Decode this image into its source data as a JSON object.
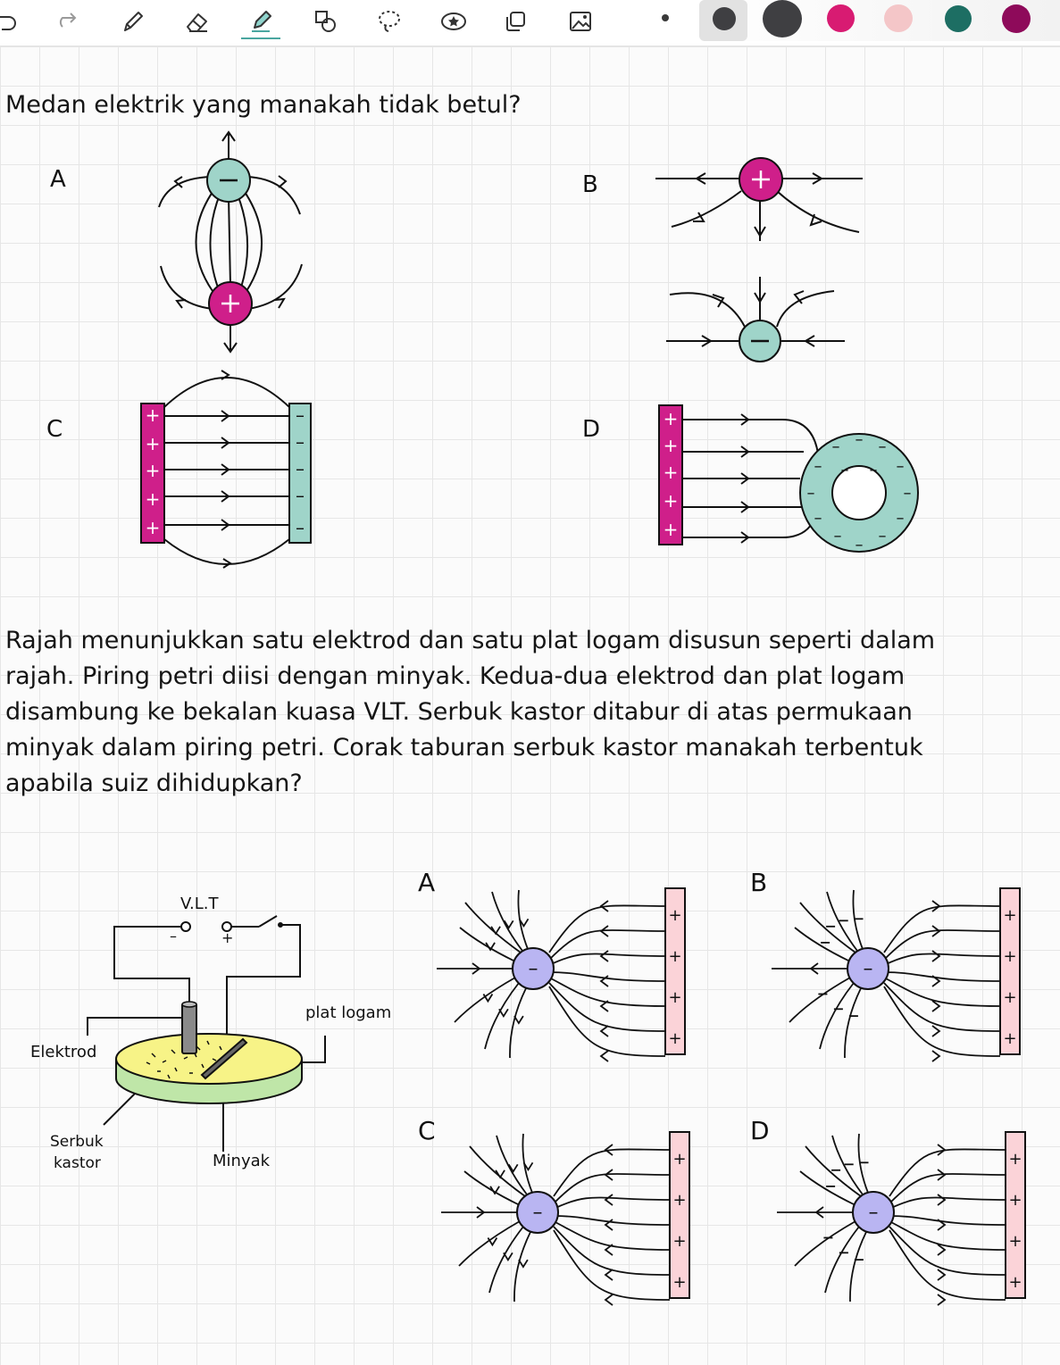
{
  "toolbar": {
    "tools": [
      {
        "icon": "undo-icon"
      },
      {
        "icon": "redo-icon"
      },
      {
        "icon": "pen-icon"
      },
      {
        "icon": "eraser-icon"
      },
      {
        "icon": "highlighter-icon"
      },
      {
        "icon": "shapes-icon"
      },
      {
        "icon": "lasso-icon"
      },
      {
        "icon": "sticker-icon"
      },
      {
        "icon": "copy-icon"
      },
      {
        "icon": "image-icon"
      }
    ],
    "colors": [
      "#3a3a3a",
      "#3f3f42",
      "#d81b72",
      "#f4c6c8",
      "#1d6e63",
      "#8e0a5a"
    ]
  },
  "question1": {
    "text": "Medan elektrik yang manakah tidak betul?",
    "options": [
      "A",
      "B",
      "C",
      "D"
    ]
  },
  "question2": {
    "text": "Rajah menunjukkan satu elektrod dan satu plat logam disusun seperti dalam rajah. Piring petri diisi dengan minyak. Kedua-dua elektrod dan plat logam disambung ke bekalan kuasa VLT. Serbuk kastor ditabur di atas permukaan minyak dalam piring petri. Corak taburan serbuk kastor manakah terbentuk apabila suiz dihidupkan?",
    "lines": [
      "Rajah menunjukkan satu elektrod dan satu plat logam disusun seperti dalam",
      "rajah. Piring petri diisi dengan minyak. Kedua-dua elektrod dan plat logam",
      "disambung ke bekalan kuasa VLT. Serbuk kastor ditabur di atas permukaan",
      "minyak dalam piring petri. Corak taburan serbuk kastor manakah terbentuk",
      "apabila suiz dihidupkan?"
    ],
    "apparatus": {
      "vlt": "V.L.T",
      "minus": "–",
      "plus": "+",
      "elektrod": "Elektrod",
      "plat_logam": "plat logam",
      "serbuk": "Serbuk",
      "kastor": "kastor",
      "minyak": "Minyak"
    },
    "options": [
      "A",
      "B",
      "C",
      "D"
    ]
  },
  "symbols": {
    "plus": "+",
    "minus": "–"
  }
}
